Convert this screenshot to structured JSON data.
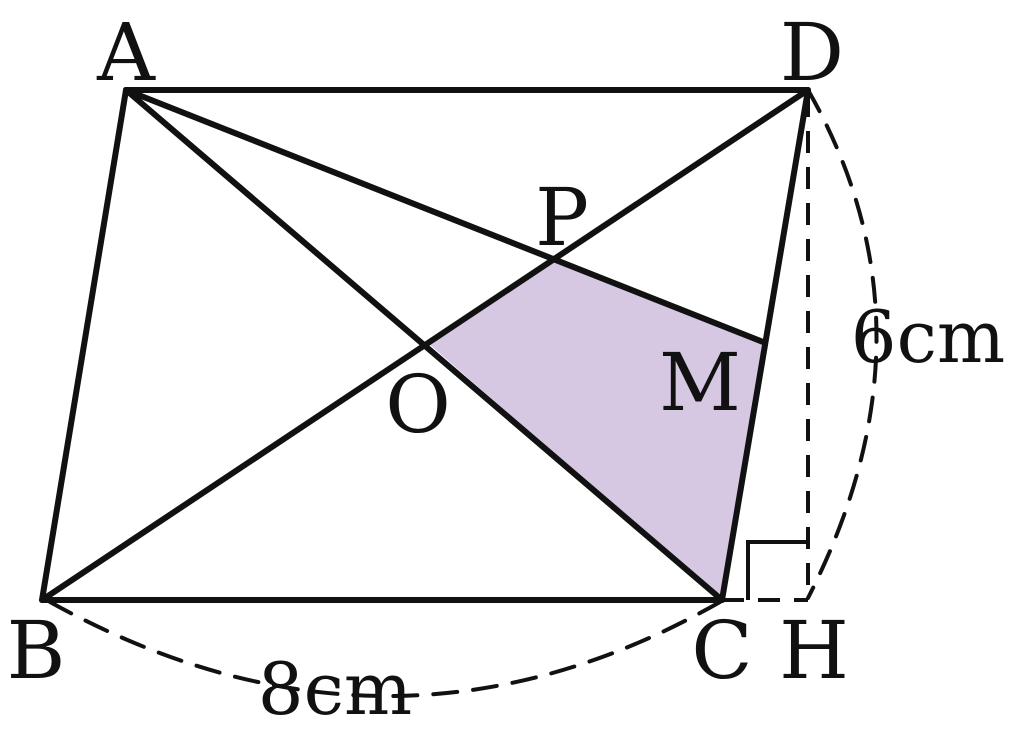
{
  "figure": {
    "points": {
      "A": "A",
      "B": "B",
      "C": "C",
      "D": "D",
      "O": "O",
      "P": "P",
      "M": "M",
      "H": "H"
    },
    "measures": {
      "bc": "8cm",
      "dh": "6cm"
    },
    "colors": {
      "stroke": "#111111",
      "shade": "#d6c8e2"
    }
  }
}
